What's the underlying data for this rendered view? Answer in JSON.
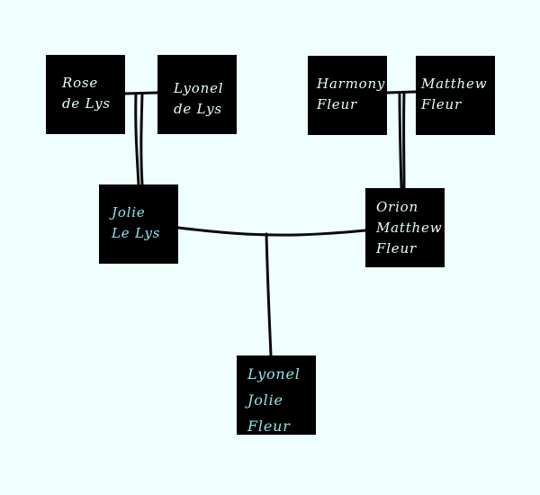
{
  "people": [
    {
      "id": "rose",
      "lines": [
        "Rose",
        "de Lys"
      ]
    },
    {
      "id": "lyonel_dl",
      "lines": [
        "Lyonel",
        "de Lys"
      ]
    },
    {
      "id": "harmony",
      "lines": [
        "Harmony",
        "Fleur"
      ]
    },
    {
      "id": "matthew",
      "lines": [
        "Matthew",
        "Fleur"
      ]
    },
    {
      "id": "jolie",
      "lines": [
        "Jolie",
        "Le Lys"
      ]
    },
    {
      "id": "orion",
      "lines": [
        "Orion",
        "Matthew",
        "Fleur"
      ]
    },
    {
      "id": "lyonel_jf",
      "lines": [
        "Lyonel",
        "Jolie",
        "Fleur"
      ]
    }
  ],
  "colors": {
    "background": "#effffe",
    "box": "#000000",
    "text": "#e8fbff",
    "text_accent": "#8fe6ee",
    "line": "#0a0a0a"
  }
}
